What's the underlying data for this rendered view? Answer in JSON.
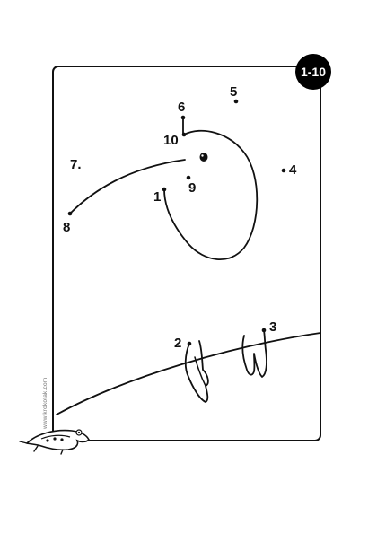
{
  "badge": {
    "label": "1-10"
  },
  "watermark": {
    "url": "www.krokotak.com"
  },
  "icons": {
    "logo": "crocodile-logo-icon"
  },
  "points": [
    {
      "label": "1"
    },
    {
      "label": "2"
    },
    {
      "label": "3"
    },
    {
      "label": "4"
    },
    {
      "label": "5"
    },
    {
      "label": "6"
    },
    {
      "label": "7."
    },
    {
      "label": "8"
    },
    {
      "label": "9"
    },
    {
      "label": "10"
    }
  ],
  "colors": {
    "ink": "#111111",
    "badge_bg": "#000000",
    "badge_text": "#ffffff",
    "watermark": "#777777"
  }
}
